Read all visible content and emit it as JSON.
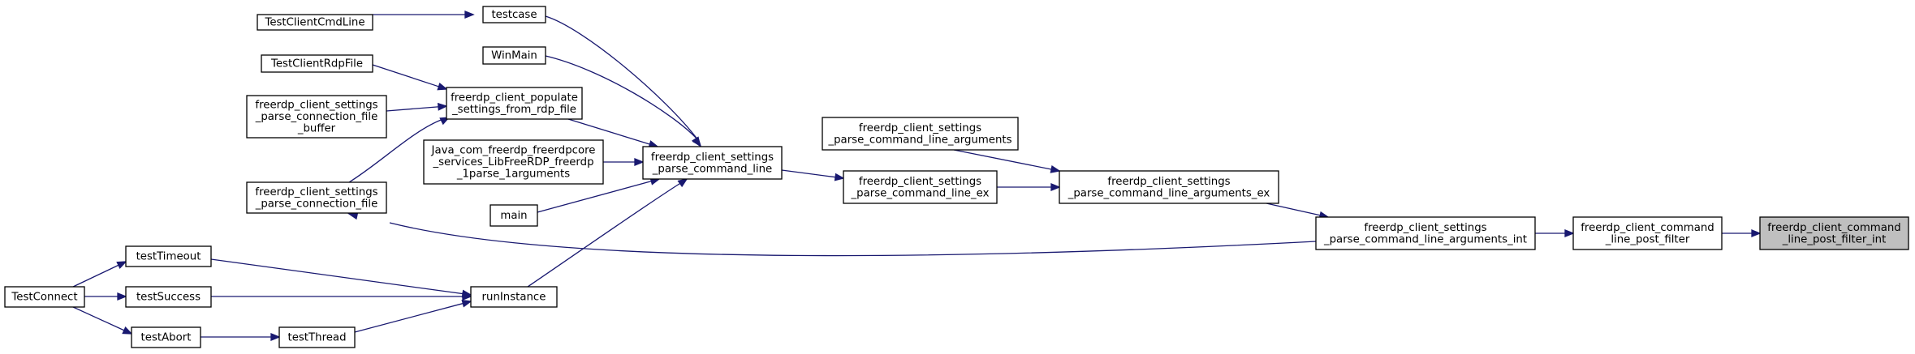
{
  "graph": {
    "colors": {
      "edge": "#191970",
      "node_fill": "#ffffff",
      "node_border": "#000000",
      "highlight_fill": "#bfbfbf"
    },
    "nodes": [
      {
        "id": "testclientcmdline",
        "lines": [
          "TestClientCmdLine"
        ]
      },
      {
        "id": "testcase",
        "lines": [
          "testcase"
        ]
      },
      {
        "id": "winmain",
        "lines": [
          "WinMain"
        ]
      },
      {
        "id": "testclientrdpfile",
        "lines": [
          "TestClientRdpFile"
        ]
      },
      {
        "id": "populate-from-rdp-file",
        "lines": [
          "freerdp_client_populate",
          "_settings_from_rdp_file"
        ]
      },
      {
        "id": "parse-connection-file-buffer",
        "lines": [
          "freerdp_client_settings",
          "_parse_connection_file",
          "_buffer"
        ]
      },
      {
        "id": "java-parse-arguments",
        "lines": [
          "Java_com_freerdp_freerdpcore",
          "_services_LibFreeRDP_freerdp",
          "_1parse_1arguments"
        ]
      },
      {
        "id": "parse-connection-file",
        "lines": [
          "freerdp_client_settings",
          "_parse_connection_file"
        ]
      },
      {
        "id": "main",
        "lines": [
          "main"
        ]
      },
      {
        "id": "parse-command-line",
        "lines": [
          "freerdp_client_settings",
          "_parse_command_line"
        ]
      },
      {
        "id": "parse-command-line-arguments",
        "lines": [
          "freerdp_client_settings",
          "_parse_command_line_arguments"
        ]
      },
      {
        "id": "parse-command-line-ex",
        "lines": [
          "freerdp_client_settings",
          "_parse_command_line_ex"
        ]
      },
      {
        "id": "parse-command-line-arguments-ex",
        "lines": [
          "freerdp_client_settings",
          "_parse_command_line_arguments_ex"
        ]
      },
      {
        "id": "parse-command-line-arguments-int",
        "lines": [
          "freerdp_client_settings",
          "_parse_command_line_arguments_int"
        ]
      },
      {
        "id": "command-line-post-filter",
        "lines": [
          "freerdp_client_command",
          "_line_post_filter"
        ]
      },
      {
        "id": "command-line-post-filter-int",
        "lines": [
          "freerdp_client_command",
          "_line_post_filter_int"
        ],
        "highlight": true
      },
      {
        "id": "testconnect",
        "lines": [
          "TestConnect"
        ]
      },
      {
        "id": "testtimeout",
        "lines": [
          "testTimeout"
        ]
      },
      {
        "id": "testsuccess",
        "lines": [
          "testSuccess"
        ]
      },
      {
        "id": "testabort",
        "lines": [
          "testAbort"
        ]
      },
      {
        "id": "testthread",
        "lines": [
          "testThread"
        ]
      },
      {
        "id": "runinstance",
        "lines": [
          "runInstance"
        ]
      }
    ],
    "edges": [
      {
        "from": "testclientcmdline",
        "to": "testcase"
      },
      {
        "from": "testcase",
        "to": "parse-command-line"
      },
      {
        "from": "winmain",
        "to": "parse-command-line"
      },
      {
        "from": "testclientrdpfile",
        "to": "populate-from-rdp-file"
      },
      {
        "from": "parse-connection-file-buffer",
        "to": "populate-from-rdp-file"
      },
      {
        "from": "parse-connection-file",
        "to": "populate-from-rdp-file"
      },
      {
        "from": "populate-from-rdp-file",
        "to": "parse-command-line"
      },
      {
        "from": "java-parse-arguments",
        "to": "parse-command-line"
      },
      {
        "from": "main",
        "to": "parse-command-line"
      },
      {
        "from": "runinstance",
        "to": "parse-command-line"
      },
      {
        "from": "parse-command-line",
        "to": "parse-command-line-ex"
      },
      {
        "from": "parse-command-line-ex",
        "to": "parse-command-line-arguments-ex"
      },
      {
        "from": "parse-command-line-arguments",
        "to": "parse-command-line-arguments-ex"
      },
      {
        "from": "parse-command-line-arguments-ex",
        "to": "parse-command-line-arguments-int"
      },
      {
        "from": "parse-command-line-arguments-int",
        "to": "parse-connection-file"
      },
      {
        "from": "parse-command-line-arguments-int",
        "to": "command-line-post-filter"
      },
      {
        "from": "command-line-post-filter",
        "to": "command-line-post-filter-int"
      },
      {
        "from": "testconnect",
        "to": "testtimeout"
      },
      {
        "from": "testconnect",
        "to": "testsuccess"
      },
      {
        "from": "testconnect",
        "to": "testabort"
      },
      {
        "from": "testtimeout",
        "to": "runinstance"
      },
      {
        "from": "testsuccess",
        "to": "runinstance"
      },
      {
        "from": "testabort",
        "to": "testthread"
      },
      {
        "from": "testthread",
        "to": "runinstance"
      }
    ]
  }
}
